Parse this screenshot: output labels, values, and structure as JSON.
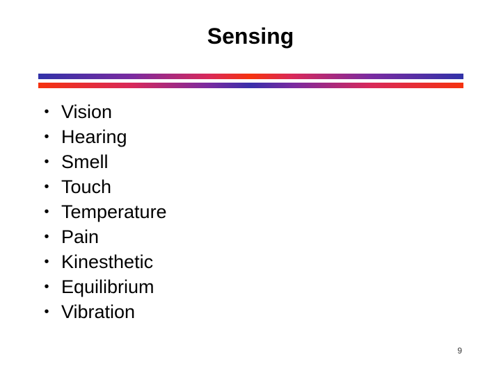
{
  "slide": {
    "title": "Sensing",
    "page_number": "9",
    "bullet_marker": "•",
    "bullets": [
      {
        "label": "Vision"
      },
      {
        "label": "Hearing"
      },
      {
        "label": "Smell"
      },
      {
        "label": "Touch"
      },
      {
        "label": "Temperature"
      },
      {
        "label": "Pain"
      },
      {
        "label": "Kinesthetic"
      },
      {
        "label": "Equilibrium"
      },
      {
        "label": "Vibration"
      }
    ],
    "divider": {
      "top_bar_colors": [
        "#3232a8",
        "#7a2ba0",
        "#d8295a",
        "#f5320f",
        "#d8295a",
        "#7a2ba0",
        "#3232a8"
      ],
      "bottom_bar_colors": [
        "#f5320f",
        "#d8295a",
        "#7a2ba0",
        "#3a2faa",
        "#7a2ba0",
        "#d8295a",
        "#f5320f"
      ]
    },
    "colors": {
      "background": "#ffffff",
      "text": "#000000",
      "page_number": "#3a3a3a",
      "accent_blue": "#3232a8",
      "accent_red": "#f5320f",
      "accent_purple": "#7a2ba0"
    }
  }
}
